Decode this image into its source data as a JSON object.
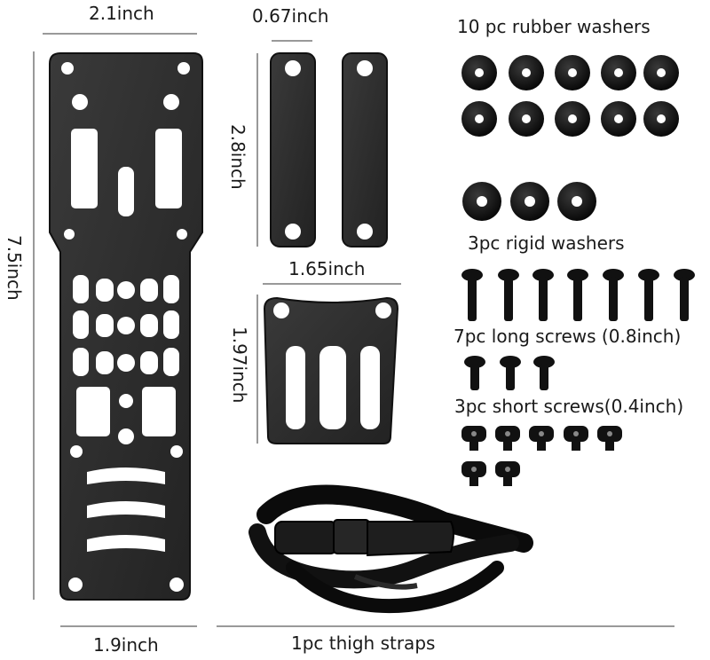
{
  "labels": {
    "main_plate_width": "2.1inch",
    "main_plate_height": "7.5inch",
    "main_plate_bottom_width": "1.9inch",
    "strap_plate_width": "0.67inch",
    "strap_plate_height": "2.8inch",
    "belt_plate_width": "1.65inch",
    "belt_plate_height": "1.97inch",
    "rubber_washers": "10 pc rubber washers",
    "rigid_washers": "3pc rigid washers",
    "long_screws": "7pc long screws (0.8inch)",
    "short_screws": "3pc short screws(0.4inch)",
    "thigh_straps": "1pc thigh straps"
  },
  "colors": {
    "metal": "#2b2b2b",
    "metal_edge": "#111111",
    "rubber": "#0d0d0d",
    "line": "#222222"
  }
}
